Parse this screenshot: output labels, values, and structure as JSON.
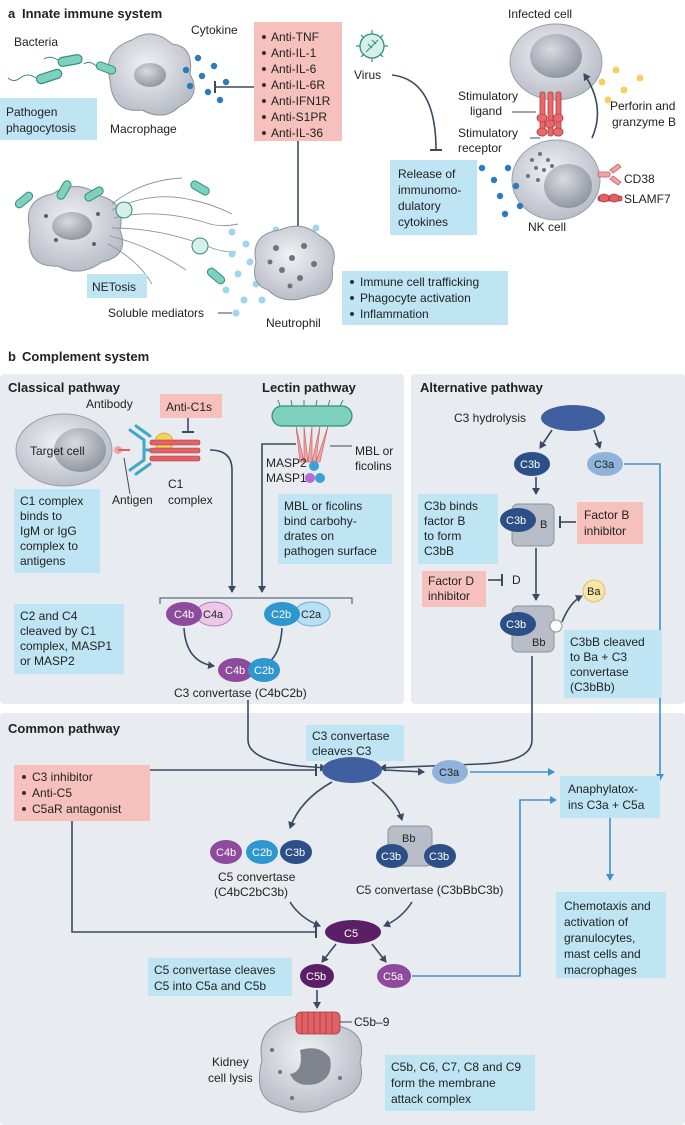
{
  "panel_a": {
    "letter": "a",
    "title": "Innate immune system",
    "bacteria": "Bacteria",
    "pathogen": [
      "Pathogen",
      "phagocytosis"
    ],
    "macrophage": "Macrophage",
    "cytokine": "Cytokine",
    "drugs": [
      "Anti-TNF",
      "Anti-IL-1",
      "Anti-IL-6",
      "Anti-IL-6R",
      "Anti-IFN1R",
      "Anti-S1PR",
      "Anti-IL-36"
    ],
    "virus": "Virus",
    "infected_cell": "Infected cell",
    "stim_ligand": [
      "Stimulatory",
      "ligand"
    ],
    "stim_receptor": [
      "Stimulatory",
      "receptor"
    ],
    "perforin": [
      "Perforin and",
      "granzyme B"
    ],
    "release": [
      "Release of",
      "immunomo-",
      "dulatory",
      "cytokines"
    ],
    "cd38": "CD38",
    "slamf7": "SLAMF7",
    "nk_cell": "NK cell",
    "netosis": "NETosis",
    "soluble": "Soluble mediators",
    "neutrophil": "Neutrophil",
    "effects": [
      "Immune cell trafficking",
      "Phagocyte activation",
      "Inflammation"
    ]
  },
  "panel_b": {
    "letter": "b",
    "title": "Complement system",
    "classical": {
      "title": "Classical pathway",
      "antibody": "Antibody",
      "anti_c1s": "Anti-C1s",
      "target_cell": "Target cell",
      "antigen": "Antigen",
      "c1_complex": [
        "C1",
        "complex"
      ],
      "note": [
        "C1 complex",
        "binds to",
        "IgM or IgG",
        "complex to",
        "antigens"
      ]
    },
    "lectin": {
      "title": "Lectin pathway",
      "mbl": [
        "MBL or",
        "ficolins"
      ],
      "masp2": "MASP2",
      "masp1": "MASP1",
      "note": [
        "MBL or ficolins",
        "bind carbohy-",
        "drates on",
        "pathogen surface"
      ]
    },
    "cleave_note": [
      "C2 and C4",
      "cleaved by C1",
      "complex, MASP1",
      "or MASP2"
    ],
    "c4b": "C4b",
    "c4a": "C4a",
    "c2b": "C2b",
    "c2a": "C2a",
    "c3_convertase": "C3 convertase (C4bC2b)",
    "alternative": {
      "title": "Alternative pathway",
      "hydrolysis": "C3 hydrolysis",
      "c3b": "C3b",
      "c3a": "C3a",
      "binds_note": [
        "C3b binds",
        "factor B",
        "to form",
        "C3bB"
      ],
      "b": "B",
      "factor_b_inh": [
        "Factor B",
        "inhibitor"
      ],
      "factor_d_inh": [
        "Factor D",
        "inhibitor"
      ],
      "d": "D",
      "bb": "Bb",
      "ba": "Ba",
      "cleaved_note": [
        "C3bB cleaved",
        "to Ba + C3",
        "convertase",
        "(C3bBb)"
      ]
    },
    "common": {
      "title": "Common pathway",
      "conv_cleaves": [
        "C3 convertase",
        "cleaves C3"
      ],
      "inhibitors": [
        "C3 inhibitor",
        "Anti-C5",
        "C5aR antagonist"
      ],
      "c3a": "C3a",
      "anaphyl": [
        "Anaphylatox-",
        "ins C3a + C5a"
      ],
      "c4b": "C4b",
      "c2b": "C2b",
      "c3b": "C3b",
      "bb": "Bb",
      "c5conv1": [
        "C5 convertase",
        "(C4bC2bC3b)"
      ],
      "c5conv2": "C5 convertase (C3bBbC3b)",
      "c5": "C5",
      "chemotaxis": [
        "Chemotaxis and",
        "activation of",
        "granulocytes,",
        "mast cells and",
        "macrophages"
      ],
      "c5_cleaves": [
        "C5 convertase cleaves",
        "C5 into C5a and C5b"
      ],
      "c5b": "C5b",
      "c5a": "C5a",
      "c5b9": "C5b–9",
      "kidney": [
        "Kidney",
        "cell lysis"
      ],
      "mac_note": [
        "C5b, C6, C7, C8 and C9",
        "form the membrane",
        "attack complex"
      ]
    }
  },
  "colors": {
    "note_blue": "#bfe4f4",
    "note_pink": "#f6c1bc",
    "panel_grey": "#e8ebf0",
    "teal": "#3fb39b",
    "dark_blue": "#2b4f86",
    "purple": "#8e4a9d",
    "cyan_blue": "#2f97cf"
  }
}
